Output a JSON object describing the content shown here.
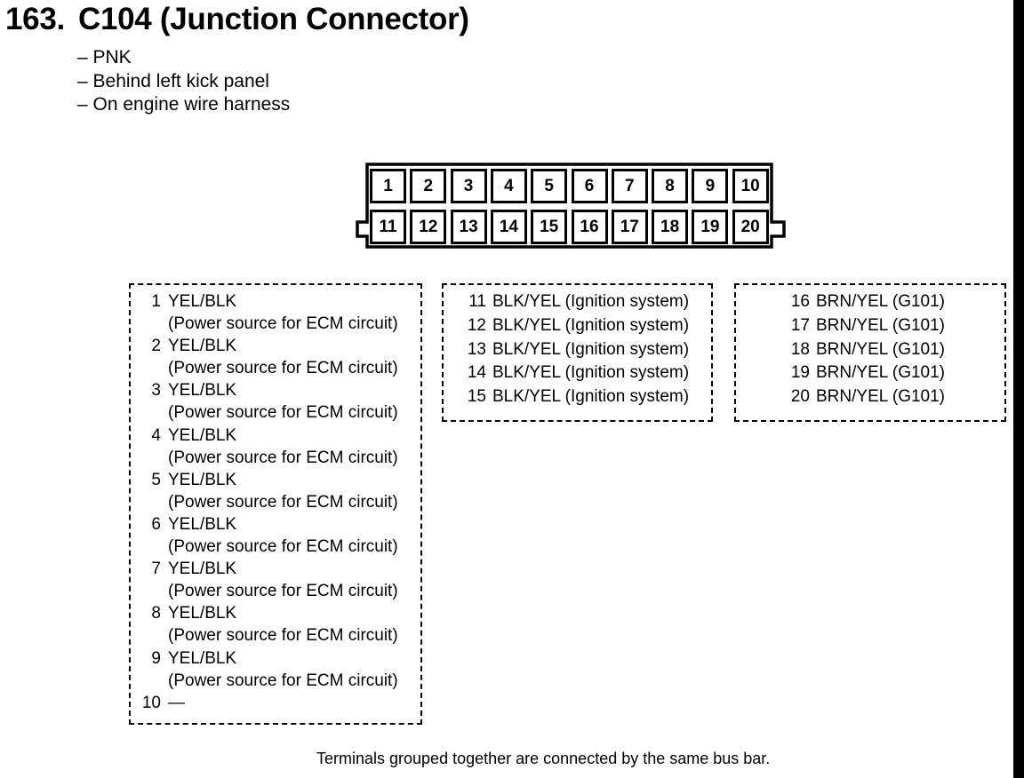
{
  "title": {
    "number": "163.",
    "text": "C104 (Junction Connector)"
  },
  "specs": [
    "– PNK",
    "– Behind left kick panel",
    "– On engine wire harness"
  ],
  "connector": {
    "top_row": [
      "1",
      "2",
      "3",
      "4",
      "5",
      "6",
      "7",
      "8",
      "9",
      "10"
    ],
    "bottom_row": [
      "11",
      "12",
      "13",
      "14",
      "15",
      "16",
      "17",
      "18",
      "19",
      "20"
    ]
  },
  "group1": [
    {
      "num": "1",
      "wire": "YEL/BLK",
      "desc": "(Power source for ECM circuit)"
    },
    {
      "num": "2",
      "wire": "YEL/BLK",
      "desc": "(Power source for ECM circuit)"
    },
    {
      "num": "3",
      "wire": "YEL/BLK",
      "desc": "(Power source for ECM circuit)"
    },
    {
      "num": "4",
      "wire": "YEL/BLK",
      "desc": "(Power source for ECM circuit)"
    },
    {
      "num": "5",
      "wire": "YEL/BLK",
      "desc": "(Power source for ECM circuit)"
    },
    {
      "num": "6",
      "wire": "YEL/BLK",
      "desc": "(Power source for ECM circuit)"
    },
    {
      "num": "7",
      "wire": "YEL/BLK",
      "desc": "(Power source for ECM circuit)"
    },
    {
      "num": "8",
      "wire": "YEL/BLK",
      "desc": "(Power source for ECM circuit)"
    },
    {
      "num": "9",
      "wire": "YEL/BLK",
      "desc": "(Power source for ECM circuit)"
    },
    {
      "num": "10",
      "wire": "—",
      "desc": ""
    }
  ],
  "group2": [
    {
      "num": "11",
      "wire": "BLK/YEL (Ignition system)"
    },
    {
      "num": "12",
      "wire": "BLK/YEL (Ignition system)"
    },
    {
      "num": "13",
      "wire": "BLK/YEL (Ignition system)"
    },
    {
      "num": "14",
      "wire": "BLK/YEL (Ignition system)"
    },
    {
      "num": "15",
      "wire": "BLK/YEL (Ignition system)"
    }
  ],
  "group3": [
    {
      "num": "16",
      "wire": "BRN/YEL (G101)"
    },
    {
      "num": "17",
      "wire": "BRN/YEL (G101)"
    },
    {
      "num": "18",
      "wire": "BRN/YEL (G101)"
    },
    {
      "num": "19",
      "wire": "BRN/YEL (G101)"
    },
    {
      "num": "20",
      "wire": "BRN/YEL (G101)"
    }
  ],
  "footnote": "Terminals grouped together are connected by the same bus bar."
}
